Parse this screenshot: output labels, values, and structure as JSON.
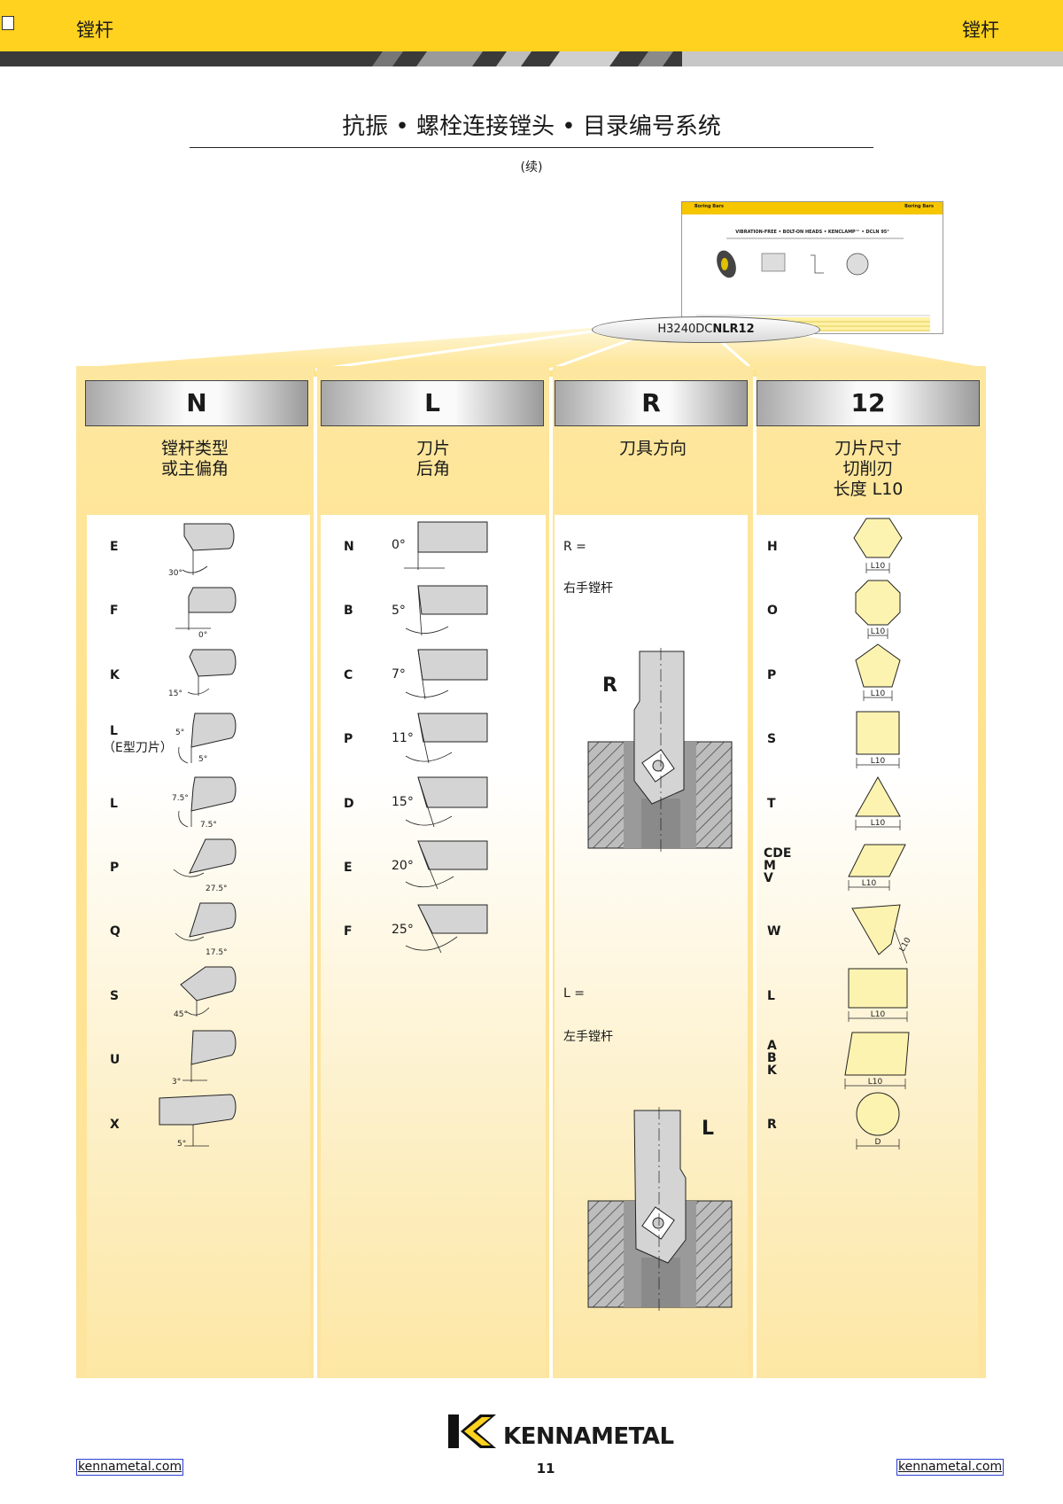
{
  "header": {
    "left_label": "镗杆",
    "right_label": "镗杆"
  },
  "page_title": "抗振 • 螺栓连接镗头 • 目录编号系统",
  "subtitle": "(续)",
  "catalog_number": {
    "prefix": "H3240DC",
    "highlight": "NLR12"
  },
  "thumbnail": {
    "header_left": "Boring Bars",
    "header_right": "Boring Bars",
    "title": "VIBRATION-FREE • BOLT-ON HEADS • KENCLAMP™ • DCLN 95°"
  },
  "columns": [
    {
      "code": "N",
      "title_lines": [
        "镗杆类型",
        "或主偏角"
      ]
    },
    {
      "code": "L",
      "title_lines": [
        "刀片",
        "后角"
      ]
    },
    {
      "code": "R",
      "title_lines": [
        "刀具方向"
      ]
    },
    {
      "code": "12",
      "title_lines": [
        "刀片尺寸",
        "切削刃",
        "长度 L10"
      ]
    }
  ],
  "bar_types": [
    {
      "code": "E",
      "angle": "30°"
    },
    {
      "code": "F",
      "angle": "0°"
    },
    {
      "code": "K",
      "angle": "15°"
    },
    {
      "code": "L",
      "note": "（E型刀片）",
      "angle": "5°",
      "angle2": "5°"
    },
    {
      "code": "L",
      "angle": "7.5°",
      "angle2": "7.5°"
    },
    {
      "code": "P",
      "angle": "27.5°"
    },
    {
      "code": "Q",
      "angle": "17.5°"
    },
    {
      "code": "S",
      "angle": "45°"
    },
    {
      "code": "U",
      "angle": "3°"
    },
    {
      "code": "X",
      "angle": "5°"
    }
  ],
  "clearance_angles": [
    {
      "code": "N",
      "angle": "0°"
    },
    {
      "code": "B",
      "angle": "5°"
    },
    {
      "code": "C",
      "angle": "7°"
    },
    {
      "code": "P",
      "angle": "11°"
    },
    {
      "code": "D",
      "angle": "15°"
    },
    {
      "code": "E",
      "angle": "20°"
    },
    {
      "code": "F",
      "angle": "25°"
    }
  ],
  "direction": {
    "right_code": "R =",
    "right_desc": "右手镗杆",
    "right_letter": "R",
    "left_code": "L =",
    "left_desc": "左手镗杆",
    "left_letter": "L"
  },
  "insert_sizes": [
    {
      "code": "H",
      "dim": "L10"
    },
    {
      "code": "O",
      "dim": "L10"
    },
    {
      "code": "P",
      "dim": "L10"
    },
    {
      "code": "S",
      "dim": "L10"
    },
    {
      "code": "T",
      "dim": "L10"
    },
    {
      "code": "CDE\nM\nV",
      "dim": "L10"
    },
    {
      "code": "W",
      "dim": "L10"
    },
    {
      "code": "L",
      "dim": "L10"
    },
    {
      "code": "A\nB\nK",
      "dim": "L10"
    },
    {
      "code": "R",
      "dim": "D"
    }
  ],
  "footer": {
    "link_left": "kennametal.com",
    "link_right": "kennametal.com",
    "page_number": "11",
    "brand": "KENNAMETAL"
  },
  "colors": {
    "brand_yellow": "#ffd21f",
    "panel_yellow": "#ffe28c",
    "insert_fill": "#fdf3b0",
    "bar_grey": "#d4d4d4"
  }
}
